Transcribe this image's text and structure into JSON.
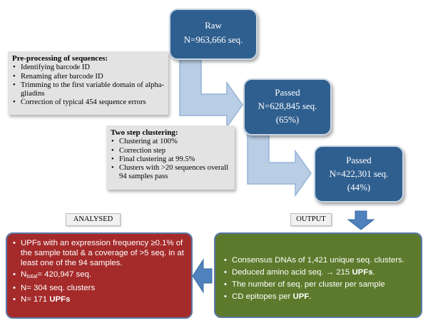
{
  "boxes": {
    "raw": {
      "line1": "Raw",
      "line2": "N=963,666 seq."
    },
    "passed1": {
      "line1": "Passed",
      "line2": "N=628,845 seq.",
      "line3": "(65%)"
    },
    "passed2": {
      "line1": "Passed",
      "line2": "N=422,301 seq.",
      "line3": "(44%)"
    }
  },
  "preprocessing": {
    "title": "Pre-processing of sequences:",
    "items": [
      "Identifying barcode ID",
      "Renaming after barcode ID",
      "Trimming to the first variable domain of alpha-gliadins",
      "Correction of typical 454 sequence errors"
    ]
  },
  "clustering": {
    "title": "Two step clustering:",
    "items": [
      "Clustering at 100%",
      "Correction step",
      "Final clustering at 99.5%",
      "Clusters with >20 sequences overall 94 samples pass"
    ]
  },
  "labels": {
    "analysed": "ANALYSED",
    "output": "OUTPUT"
  },
  "analysed": {
    "item1": "UPFs with an expression frequency ≥0.1% of the sample total & a coverage of >5 seq. in at least one of the 94 samples.",
    "item2_prefix": "N",
    "item2_sub": "total",
    "item2_rest": "= 420,947 seq.",
    "item3": "N= 304 seq. clusters",
    "item4_prefix": "N= 171 ",
    "item4_bold": "UPFs"
  },
  "output": {
    "item1": "Consensus DNAs of 1,421 unique seq. clusters.",
    "item2_prefix": "Deduced amino acid seq. → 215 ",
    "item2_bold": "UPFs",
    "item2_suffix": ".",
    "item3": "The number of seq. per cluster per sample",
    "item4_prefix": "CD epitopes per ",
    "item4_bold": "UPF",
    "item4_suffix": "."
  },
  "colors": {
    "blue_box": "#2f5f8f",
    "arrow_fill": "#b9cde5",
    "arrow_stroke": "#95b3d7",
    "down_arrow": "#4f81bd",
    "red_box": "#a52b2b",
    "green_box": "#5d7a2c",
    "notes_bg": "#e3e3e3"
  }
}
